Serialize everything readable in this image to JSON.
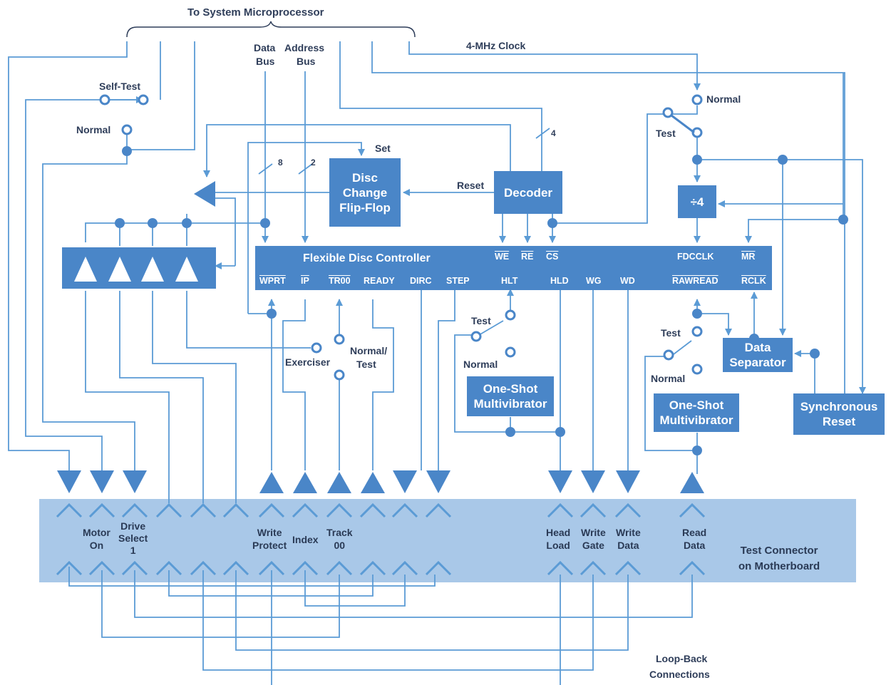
{
  "colors": {
    "line": "#5b9bd5",
    "block": "#4a86c8",
    "connector": "#a9c8e8",
    "text": "#2f3e5a"
  },
  "labels": {
    "system_microprocessor": "To System Microprocessor",
    "data_bus_1": "Data",
    "data_bus_2": "Bus",
    "address_bus_1": "Address",
    "address_bus_2": "Bus",
    "clock": "4-MHz Clock",
    "self_test": "Self-Test",
    "normal": "Normal",
    "test": "Test",
    "set": "Set",
    "reset": "Reset",
    "bus_width_data": "8",
    "bus_width_address": "2",
    "bus_width_decoder": "4",
    "exerciser": "Exerciser",
    "normal_test_1": "Normal/",
    "normal_test_2": "Test",
    "loop_back_1": "Loop-Back",
    "loop_back_2": "Connections"
  },
  "blocks": {
    "flip_flop": [
      "Disc",
      "Change",
      "Flip-Flop"
    ],
    "decoder": "Decoder",
    "divider": "÷4",
    "controller": "Flexible Disc Controller",
    "data_separator": [
      "Data",
      "Separator"
    ],
    "one_shot_1": [
      "One-Shot",
      "Multivibrator"
    ],
    "one_shot_2": [
      "One-Shot",
      "Multivibrator"
    ],
    "sync_reset": [
      "Synchronous",
      "Reset"
    ]
  },
  "controller_pins": {
    "we": "WE",
    "re": "RE",
    "cs": "CS",
    "fdcclk": "FDCCLK",
    "mr": "MR",
    "wprt": "WPRT",
    "ip": "IP",
    "tr00": "TR00",
    "ready": "READY",
    "dirc": "DIRC",
    "step": "STEP",
    "hlt": "HLT",
    "hld": "HLD",
    "wg": "WG",
    "wd": "WD",
    "rawread": "RAWREAD",
    "rclk": "RCLK"
  },
  "connector": {
    "title_1": "Test Connector",
    "title_2": "on Motherboard",
    "signals": {
      "motor_on": [
        "Motor",
        "On"
      ],
      "drive_select": [
        "Drive",
        "Select",
        "1"
      ],
      "write_protect": [
        "Write",
        "Protect"
      ],
      "index": "Index",
      "track_00": [
        "Track",
        "00"
      ],
      "head_load": [
        "Head",
        "Load"
      ],
      "write_gate": [
        "Write",
        "Gate"
      ],
      "write_data": [
        "Write",
        "Data"
      ],
      "read_data": [
        "Read",
        "Data"
      ]
    }
  }
}
